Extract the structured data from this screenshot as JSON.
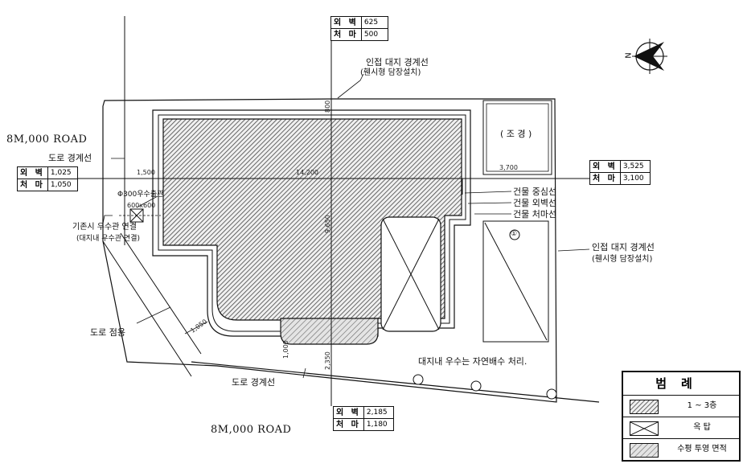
{
  "roads": {
    "top": "8M,000 ROAD",
    "bottom": "8M,000 ROAD"
  },
  "labels": {
    "road_boundary_top": "도로 경계선",
    "road_boundary_bottom": "도로 경계선",
    "adjacent_boundary_top_1": "인접 대지 경계선",
    "adjacent_boundary_top_2": "(휀시형 담장설치)",
    "adjacent_boundary_right_1": "인접 대지 경계선",
    "adjacent_boundary_right_2": "(휀시형 담장설치)",
    "landscape": "( 조 경 )",
    "building_center_line": "건물 중심선",
    "building_exterior_line": "건물 외벽선",
    "building_eave_line": "건물 처마선",
    "stormwater_pipe": "Φ300우수출관",
    "stormwater_box": "600x600",
    "existing_stormwater_1": "기존시 우수관 연결",
    "existing_stormwater_2": "(대지내 우수관 연결)",
    "road_use": "도로 점용",
    "natural_drainage": "대지내 우수는 자연배수 처리.",
    "parking_no": "①",
    "north": "N"
  },
  "dimensions": {
    "left_setback": "1,500",
    "width_total": "14,200",
    "height_top": "800",
    "height_total": "9,650",
    "right_setback": "3,700",
    "bottom_setback": "2,350",
    "corner_1": "1,050",
    "corner_2": "1,000"
  },
  "setback_tables": {
    "top": {
      "wall_label": "외 벽",
      "wall": "625",
      "eave_label": "처 마",
      "eave": "500"
    },
    "left": {
      "wall_label": "외 벽",
      "wall": "1,025",
      "eave_label": "처 마",
      "eave": "1,050"
    },
    "right": {
      "wall_label": "외 벽",
      "wall": "3,525",
      "eave_label": "처 마",
      "eave": "3,100"
    },
    "bottom": {
      "wall_label": "외 벽",
      "wall": "2,185",
      "eave_label": "처 마",
      "eave": "1,180"
    }
  },
  "legend": {
    "title": "범례",
    "items": [
      {
        "label": "1 ~ 3층",
        "icon": "hatch-dense"
      },
      {
        "label": "옥 탑",
        "icon": "cross-box"
      },
      {
        "label": "수평 투영 면적",
        "icon": "hatch-light"
      }
    ]
  }
}
